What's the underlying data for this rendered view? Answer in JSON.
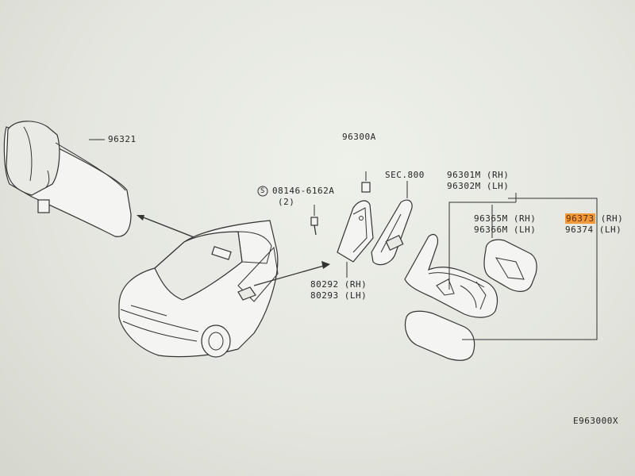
{
  "labels": {
    "rear_mirror": "96321",
    "mirror_cap": "96300A",
    "screw_note": "08146-6162A",
    "screw_qty": "(2)",
    "screw_symbol": "S",
    "sec_ref": "SEC.800",
    "mirror_assy_rh": "96301M (RH)",
    "mirror_assy_lh": "96302M (LH)",
    "glass_rh": "96365M (RH)",
    "glass_lh": "96366M (LH)",
    "cover_rh_code": "96373",
    "cover_rh_suffix": " (RH)",
    "cover_lh": "96374 (LH)",
    "corner_rh": "80292 (RH)",
    "corner_lh": "80293 (LH)",
    "figure_code": "E963000X"
  },
  "colors": {
    "highlight": "#f29a3a",
    "ink": "#333333",
    "paper": "#e6e8e2"
  }
}
